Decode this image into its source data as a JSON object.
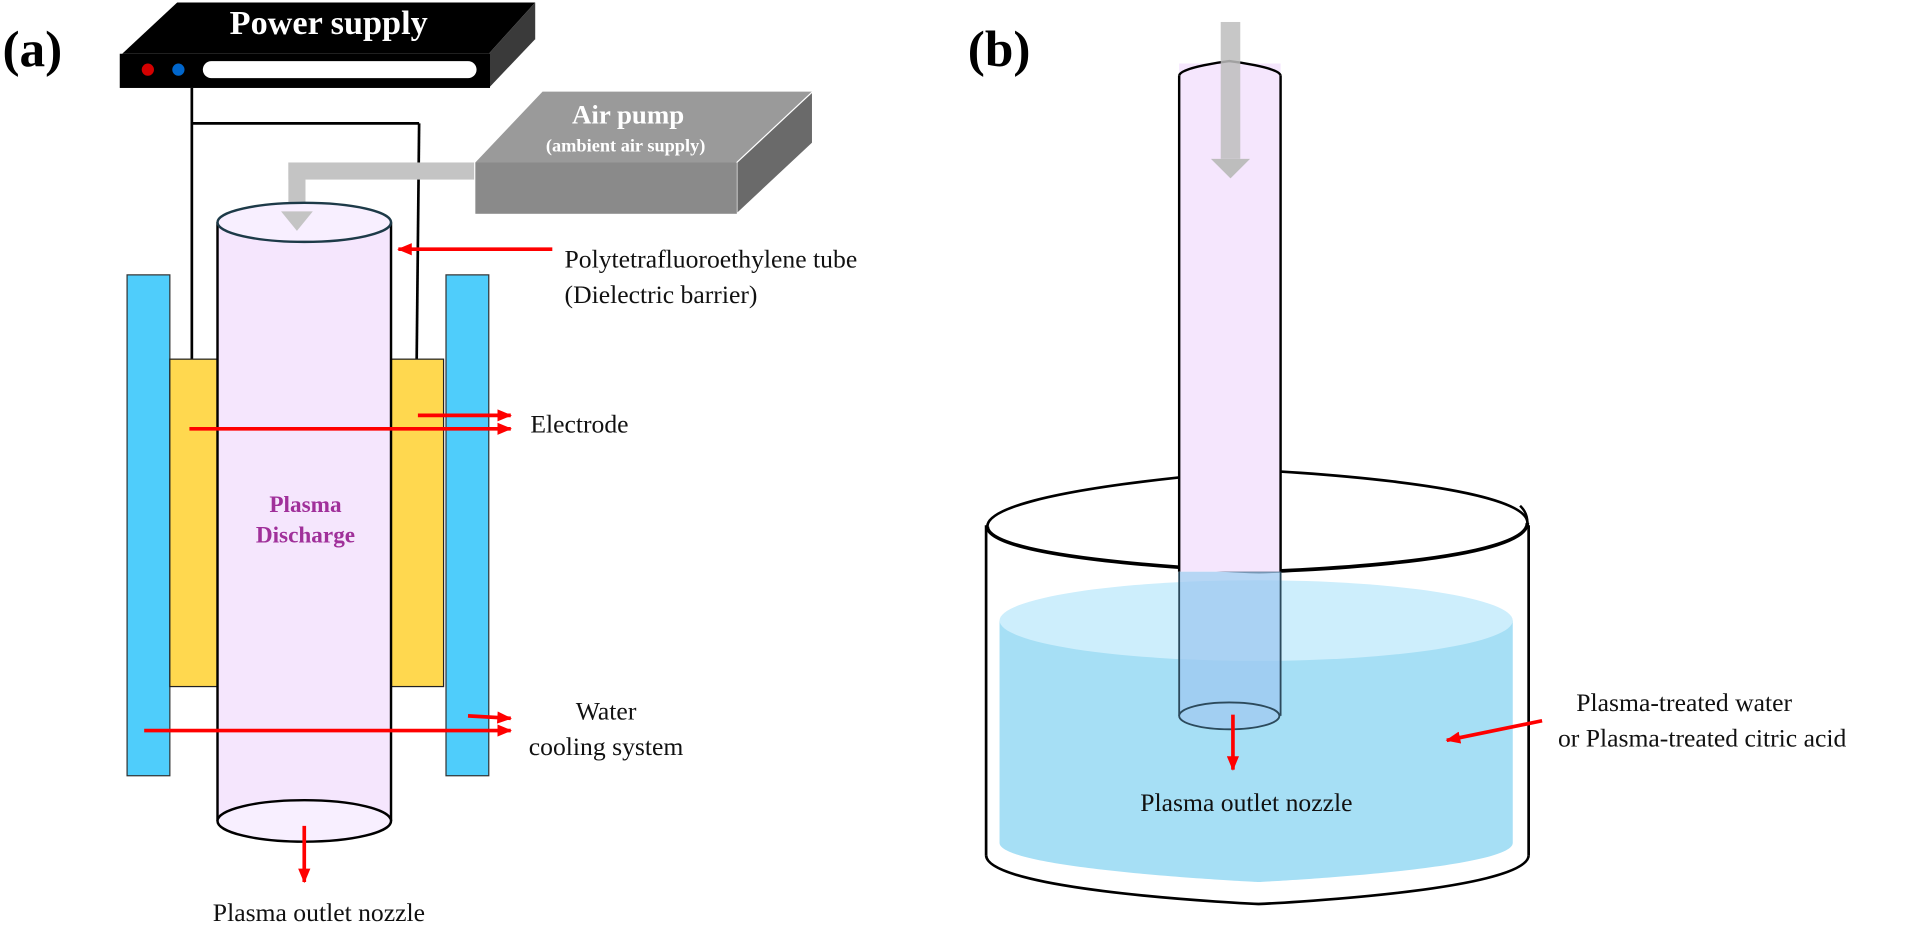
{
  "figure": {
    "panel_a": {
      "label": "(a)",
      "power_supply": {
        "title": "Power supply",
        "indicator_colors": [
          "#d40000",
          "#0066cc"
        ]
      },
      "air_pump": {
        "title": "Air pump",
        "subtitle": "(ambient air supply)"
      },
      "plasma_region": {
        "line1": "Plasma",
        "line2": "Discharge",
        "color": "#a0309a"
      },
      "callouts": {
        "tube_line1": "Polytetrafluoroethylene tube",
        "tube_line2": "(Dielectric barrier)",
        "electrode": "Electrode",
        "cooling_line1": "Water",
        "cooling_line2": "cooling system",
        "outlet": "Plasma  outlet nozzle"
      }
    },
    "panel_b": {
      "label": "(b)",
      "callouts": {
        "outlet": "Plasma  outlet nozzle",
        "liquid_line1": "Plasma-treated  water",
        "liquid_line2": "or Plasma-treated  citric acid"
      }
    },
    "colors": {
      "arrow": "#ff0000",
      "tube_fill": "#f5e6fd",
      "electrode": "#ffd84f",
      "cooling": "#4fcdfb",
      "liquid": "#a6dff5",
      "liquid_surface": "#cdeefc",
      "air_flow": "#bdbdbd"
    }
  }
}
